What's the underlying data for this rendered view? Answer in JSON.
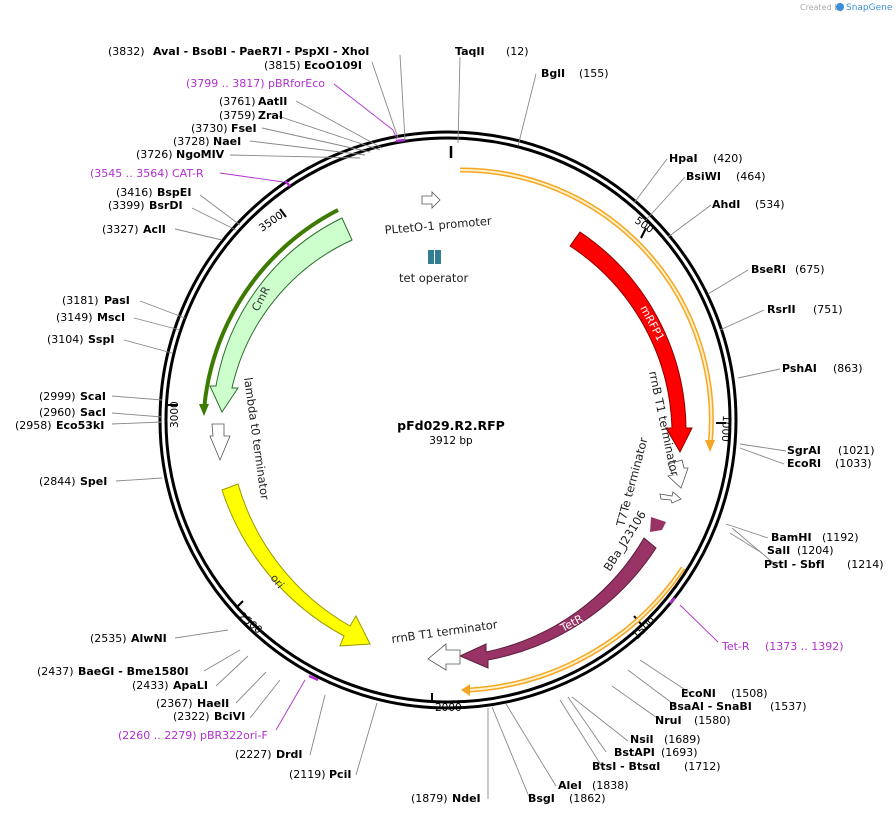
{
  "credit": {
    "prefix": "Created by",
    "brand": "SnapGene"
  },
  "plasmid": {
    "name": "pFd029.R2.RFP",
    "size": "3912 bp"
  },
  "ticks": [
    "500",
    "1000",
    "1500",
    "2000",
    "2500",
    "3000",
    "3500"
  ],
  "sites": [
    {
      "pos": "(3832)",
      "name": "AvaI  - BsoBI  - PaeR7I  - PspXI  - XhoI"
    },
    {
      "pos": "(3815)",
      "name": "EcoO109I"
    },
    {
      "pos": "(3761)",
      "name": "AatII"
    },
    {
      "pos": "(3759)",
      "name": "ZraI"
    },
    {
      "pos": "(3730)",
      "name": "FseI"
    },
    {
      "pos": "(3728)",
      "name": "NaeI"
    },
    {
      "pos": "(3726)",
      "name": "NgoMIV"
    },
    {
      "pos": "(3416)",
      "name": "BspEI"
    },
    {
      "pos": "(3399)",
      "name": "BsrDI"
    },
    {
      "pos": "(3327)",
      "name": "AclI"
    },
    {
      "pos": "(3181)",
      "name": "PasI"
    },
    {
      "pos": "(3149)",
      "name": "MscI"
    },
    {
      "pos": "(3104)",
      "name": "SspI"
    },
    {
      "pos": "(2999)",
      "name": "ScaI"
    },
    {
      "pos": "(2960)",
      "name": "SacI"
    },
    {
      "pos": "(2958)",
      "name": "Eco53kI"
    },
    {
      "pos": "(2844)",
      "name": "SpeI"
    },
    {
      "pos": "(2535)",
      "name": "AlwNI"
    },
    {
      "pos": "(2437)",
      "name": "BaeGI  - Bme1580I"
    },
    {
      "pos": "(2433)",
      "name": "ApaLI"
    },
    {
      "pos": "(2367)",
      "name": "HaeII"
    },
    {
      "pos": "(2322)",
      "name": "BciVI"
    },
    {
      "pos": "(2227)",
      "name": "DrdI"
    },
    {
      "pos": "(2119)",
      "name": "PciI"
    },
    {
      "pos": "(1879)",
      "name": "NdeI"
    },
    {
      "pos": "(1862)",
      "name": "BsgI"
    },
    {
      "pos": "(1838)",
      "name": "AleI"
    },
    {
      "pos": "(1712)",
      "name": "BtsI  - BtsαI"
    },
    {
      "pos": "(1693)",
      "name": "BstAPI"
    },
    {
      "pos": "(1689)",
      "name": "NsiI"
    },
    {
      "pos": "(1580)",
      "name": "NruI"
    },
    {
      "pos": "(1537)",
      "name": "BsaAI  - SnaBI"
    },
    {
      "pos": "(1508)",
      "name": "EcoNI"
    },
    {
      "pos": "(1214)",
      "name": "PstI  - SbfI"
    },
    {
      "pos": "(1204)",
      "name": "SalI"
    },
    {
      "pos": "(1192)",
      "name": "BamHI"
    },
    {
      "pos": "(1033)",
      "name": "EcoRI"
    },
    {
      "pos": "(1021)",
      "name": "SgrAI"
    },
    {
      "pos": "(863)",
      "name": "PshAI"
    },
    {
      "pos": "(751)",
      "name": "RsrII"
    },
    {
      "pos": "(675)",
      "name": "BseRI"
    },
    {
      "pos": "(534)",
      "name": "AhdI"
    },
    {
      "pos": "(464)",
      "name": "BsiWI"
    },
    {
      "pos": "(420)",
      "name": "HpaI"
    },
    {
      "pos": "(155)",
      "name": "BglI"
    },
    {
      "pos": "(12)",
      "name": "TaqII"
    }
  ],
  "primers": [
    {
      "range": "(3799 .. 3817)",
      "name": "pBRforEco"
    },
    {
      "range": "(3545 .. 3564)",
      "name": "CAT-R"
    },
    {
      "range": "(2260 .. 2279)",
      "name": "pBR322ori-F"
    },
    {
      "range": "(1373 .. 1392)",
      "name": "Tet-R"
    }
  ],
  "features": {
    "pltet": "PLtetO-1 promoter",
    "tetop": "tet operator",
    "mrfp1": "mRFP1",
    "rrnb1": "rrnB T1 terminator",
    "t7te": "T7Te terminator",
    "bba": "BBa_J23106",
    "tetr": "TetR",
    "rrnb2": "rrnB T1 terminator",
    "ori": "ori",
    "lambda": "lambda t0 terminator",
    "cmr": "CmR"
  },
  "colors": {
    "mrfp1": "#ff0000",
    "tetr": "#993366",
    "ori": "#ffff00",
    "cmr": "#ccffcc",
    "tetop": "#317d91",
    "highlight": "#f5a623",
    "cmr_highlight": "#3c7a00",
    "primer": "#b02fd0"
  }
}
